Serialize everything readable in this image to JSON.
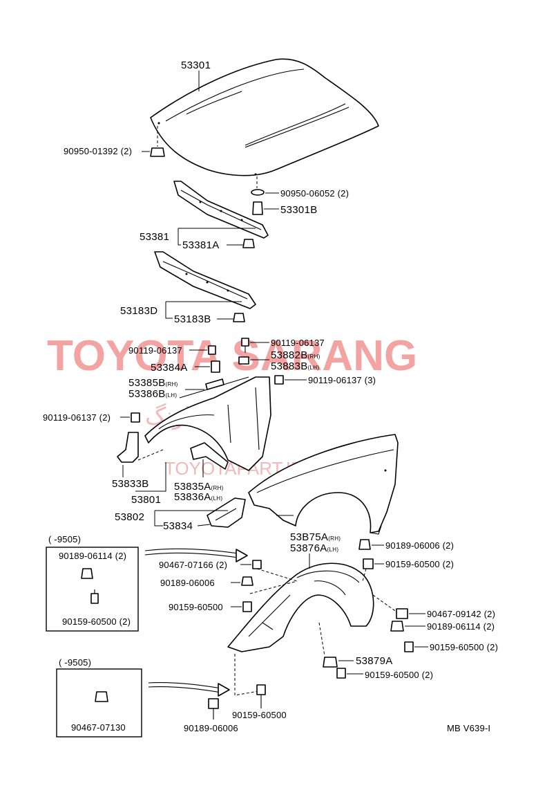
{
  "watermark": {
    "brand": "TOYOTA SARANG",
    "persian": "تویوتا سارنگ",
    "url": "TOYOTAPART.IR"
  },
  "labels": {
    "p53301": "53301",
    "p90950_01392": "90950-01392 (2)",
    "p90950_06052": "90950-06052 (2)",
    "p53301B": "53301B",
    "p53381": "53381",
    "p53381A": "53381A",
    "p53183D": "53183D",
    "p53183B": "53183B",
    "p90119_06137_left": "90119-06137",
    "p90119_06137_right": "90119-06137",
    "p53882B": "53882B",
    "p53883B": "53883B",
    "p53384A": "53384A",
    "p90119_06137_3": "90119-06137 (3)",
    "p53385B": "53385B",
    "p53386B": "53386B",
    "p90119_06137_2": "90119-06137 (2)",
    "p53833B": "53833B",
    "p53835A": "53835A",
    "p53836A": "53836A",
    "p53801": "53801",
    "p53802": "53802",
    "p53834": "53834",
    "p53875A": "53B75A",
    "p53876A": "53876A",
    "p90189_06006_2": "90189-06006 (2)",
    "p90467_07166": "90467-07166 (2)",
    "p90159_60500_2a": "90159-60500 (2)",
    "p90189_06006": "90189-06006",
    "p90159_60500": "90159-60500",
    "p90467_09142": "90467-09142 (2)",
    "p90189_06114_r": "90189-06114 (2)",
    "p90159_60500_2b": "90159-60500 (2)",
    "p53879A": "53879A",
    "p90159_60500_2c": "90159-60500 (2)",
    "p90159_60500_b": "90159-60500",
    "p90189_06006_b": "90189-06006",
    "box1_range": "(        -9505)",
    "box1_a": "90189-06114 (2)",
    "box1_b": "90159-60500 (2)",
    "box2_range": "(     -9505)",
    "box2_a": "90467-07130",
    "code": "MB  V639-I"
  },
  "suffix": {
    "rh": "(RH)",
    "lh": "(LH)",
    "rh_dot": "(RH)",
    "lh_dot": "(LH)"
  }
}
